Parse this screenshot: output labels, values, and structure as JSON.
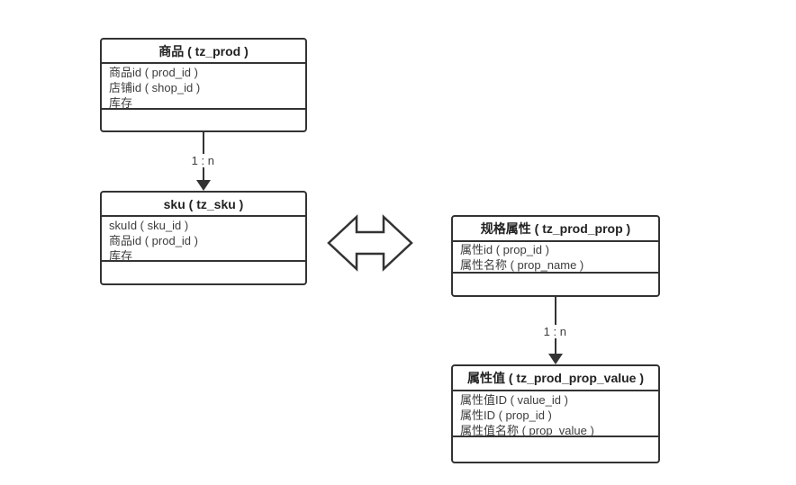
{
  "canvas": {
    "background": "#ffffff",
    "line_color": "#333333",
    "title_text_color": "#222222",
    "field_text_color": "#3d3d3d"
  },
  "entities": [
    {
      "id": "prod",
      "title": "商品 ( tz_prod )",
      "fields": [
        "商品id ( prod_id )",
        "店铺id ( shop_id )",
        "库存"
      ]
    },
    {
      "id": "sku",
      "title": "sku ( tz_sku )",
      "fields": [
        "skuId ( sku_id )",
        "商品id ( prod_id )",
        "库存"
      ]
    },
    {
      "id": "prop",
      "title": "规格属性 ( tz_prod_prop )",
      "fields": [
        "属性id ( prop_id )",
        "属性名称 ( prop_name )"
      ]
    },
    {
      "id": "prop_value",
      "title": "属性值 ( tz_prod_prop_value )",
      "fields": [
        "属性值ID ( value_id )",
        "属性ID ( prop_id )",
        "属性值名称 ( prop_value )"
      ]
    }
  ],
  "relations": [
    {
      "label": "1 : n",
      "from": "商品 ( tz_prod )",
      "to": "sku ( tz_sku )",
      "direction": "down"
    },
    {
      "label": "1 : n",
      "from": "规格属性 ( tz_prod_prop )",
      "to": "属性值 ( tz_prod_prop_value )",
      "direction": "down"
    }
  ],
  "connector": {
    "type": "double-headed-arrow",
    "between": [
      "sku ( tz_sku )",
      "规格属性 ( tz_prod_prop )"
    ]
  }
}
